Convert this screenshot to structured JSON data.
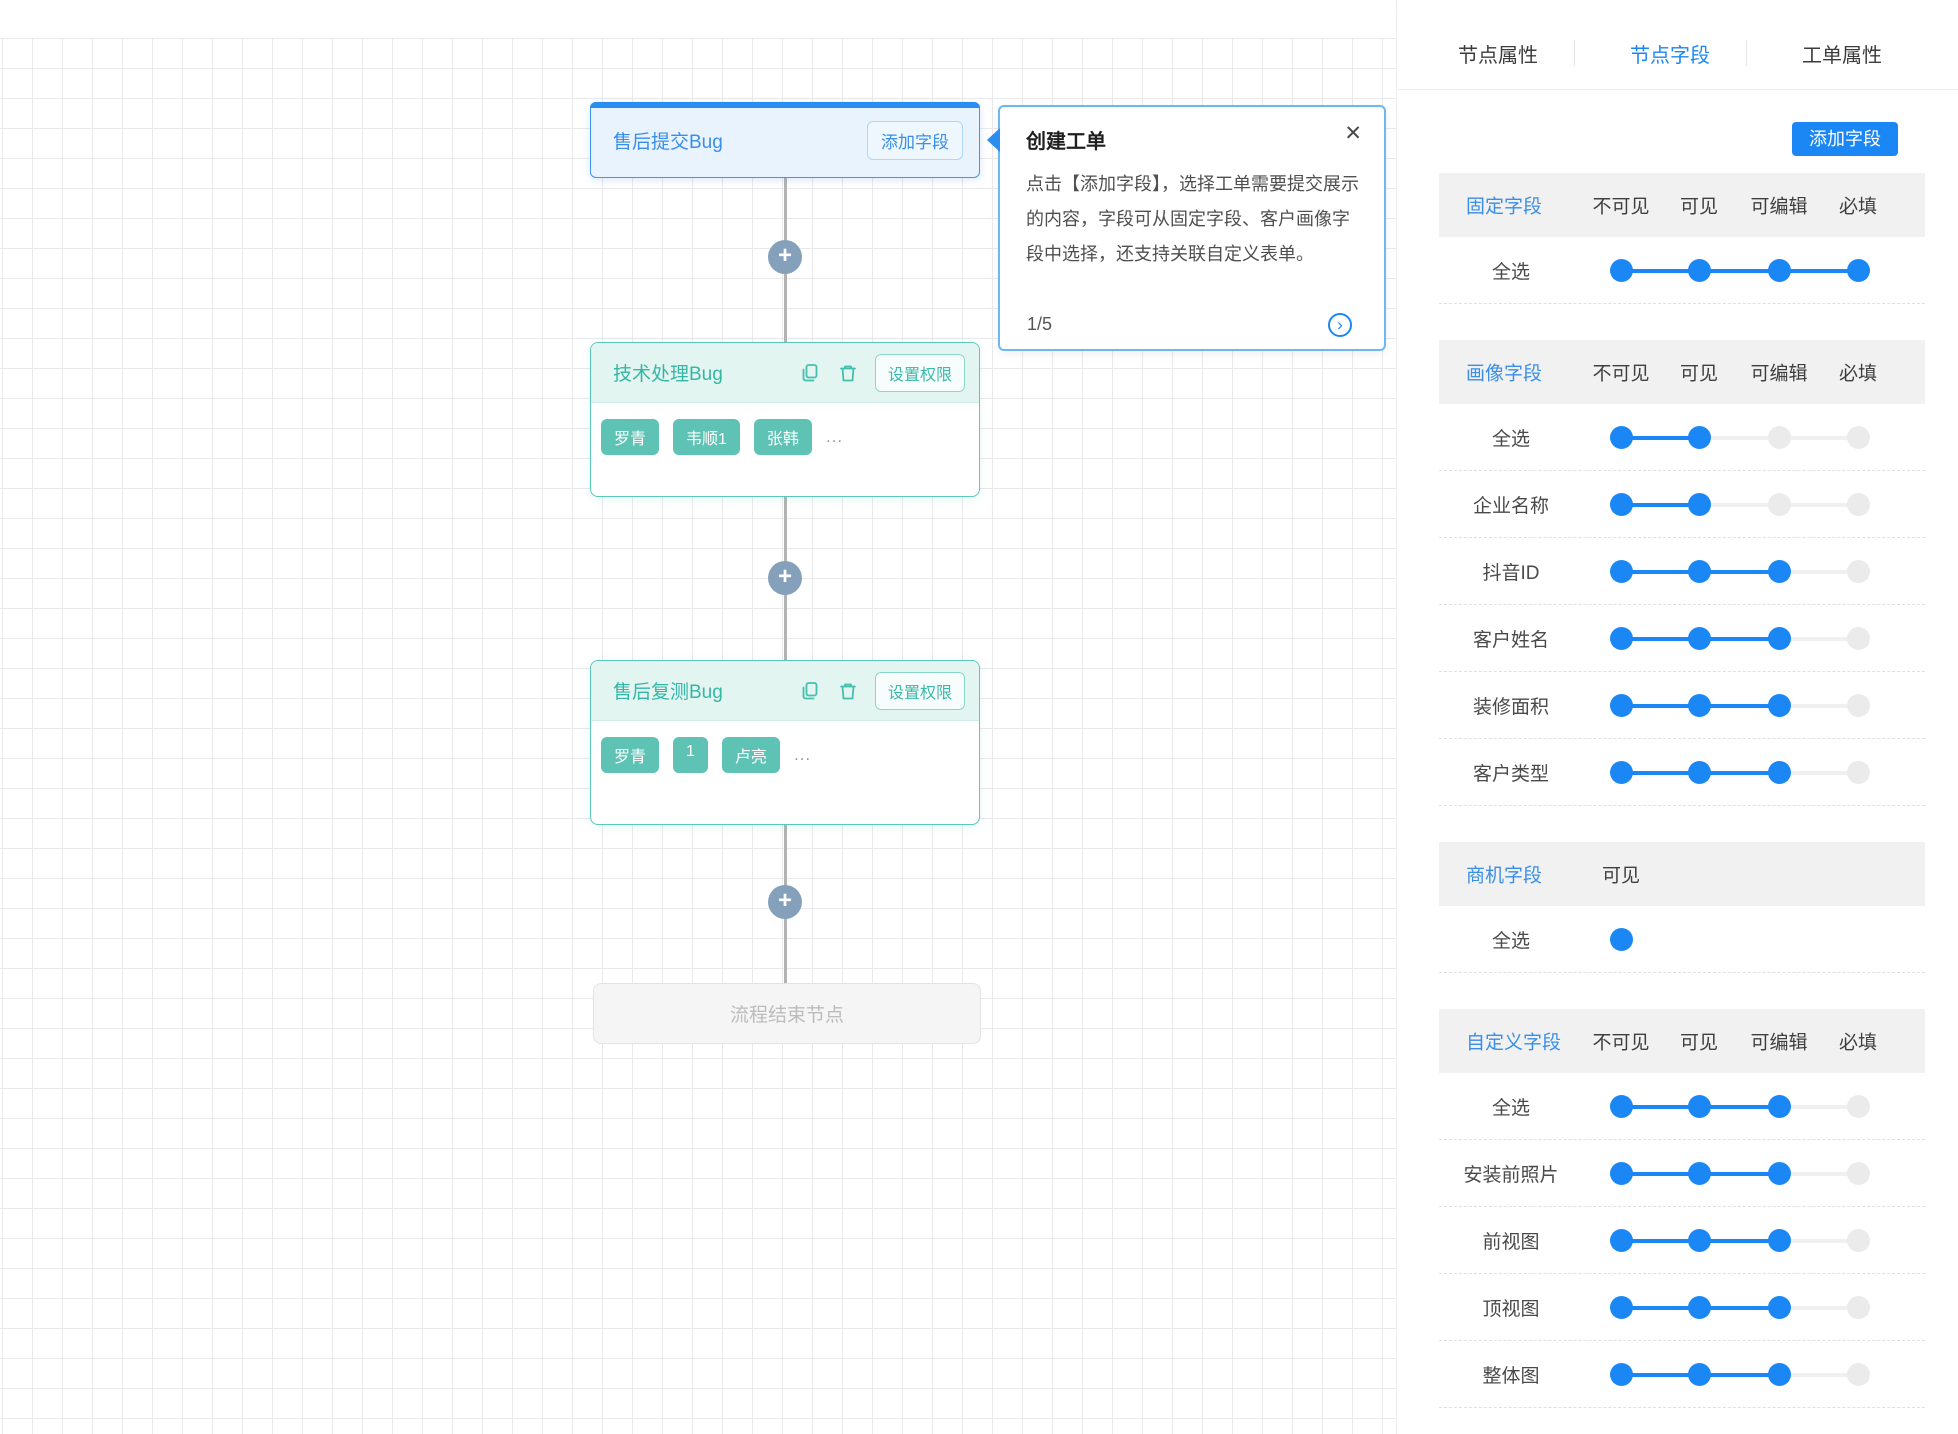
{
  "canvas": {
    "plus_label": "+",
    "nodes": [
      {
        "title": "售后提交Bug",
        "action_label": "添加字段"
      },
      {
        "title": "技术处理Bug",
        "permission_label": "设置权限",
        "tags": [
          "罗青",
          "韦顺1",
          "张韩"
        ],
        "more": "..."
      },
      {
        "title": "售后复测Bug",
        "permission_label": "设置权限",
        "tags": [
          "罗青",
          "1",
          "卢亮"
        ],
        "more": "..."
      },
      {
        "title": "流程结束节点"
      }
    ]
  },
  "popover": {
    "title": "创建工单",
    "close_label": "✕",
    "body": "点击【添加字段】，选择工单需要提交展示的内容，字段可从固定字段、客户画像字段中选择，还支持关联自定义表单。",
    "pager": "1/5",
    "next_label": "›"
  },
  "panel": {
    "tabs": [
      {
        "label": "节点属性",
        "active": false
      },
      {
        "label": "节点字段",
        "active": true
      },
      {
        "label": "工单属性",
        "active": false
      }
    ],
    "add_field_label": "添加字段",
    "sections": [
      {
        "title": "固定字段",
        "columns": [
          "不可见",
          "可见",
          "可编辑",
          "必填"
        ],
        "rows": [
          {
            "label": "全选",
            "active": 4
          }
        ]
      },
      {
        "title": "画像字段",
        "columns": [
          "不可见",
          "可见",
          "可编辑",
          "必填"
        ],
        "rows": [
          {
            "label": "全选",
            "active": 2
          },
          {
            "label": "企业名称",
            "active": 2
          },
          {
            "label": "抖音ID",
            "active": 3
          },
          {
            "label": "客户姓名",
            "active": 3
          },
          {
            "label": "装修面积",
            "active": 3
          },
          {
            "label": "客户类型",
            "active": 3
          }
        ]
      },
      {
        "title": "商机字段",
        "columns": [
          "可见"
        ],
        "rows": [
          {
            "label": "全选",
            "active": 1
          }
        ]
      },
      {
        "title": "自定义字段",
        "columns": [
          "不可见",
          "可见",
          "可编辑",
          "必填"
        ],
        "rows": [
          {
            "label": "全选",
            "active": 3
          },
          {
            "label": "安装前照片",
            "active": 3
          },
          {
            "label": "前视图",
            "active": 3
          },
          {
            "label": "顶视图",
            "active": 3
          },
          {
            "label": "整体图",
            "active": 3
          }
        ]
      }
    ]
  },
  "colors": {
    "accent_blue": "#1b87f5",
    "node_selected_border": "#3e97f0",
    "node_selected_bg": "#e9f3fd",
    "teal": "#5cc8b8",
    "teal_header_bg": "#e2f5f1",
    "tag_bg": "#5ec3b4",
    "inactive_dot": "#ebebeb",
    "connector_gray": "#b3b3b3",
    "plus_circle": "#85a0bb"
  }
}
